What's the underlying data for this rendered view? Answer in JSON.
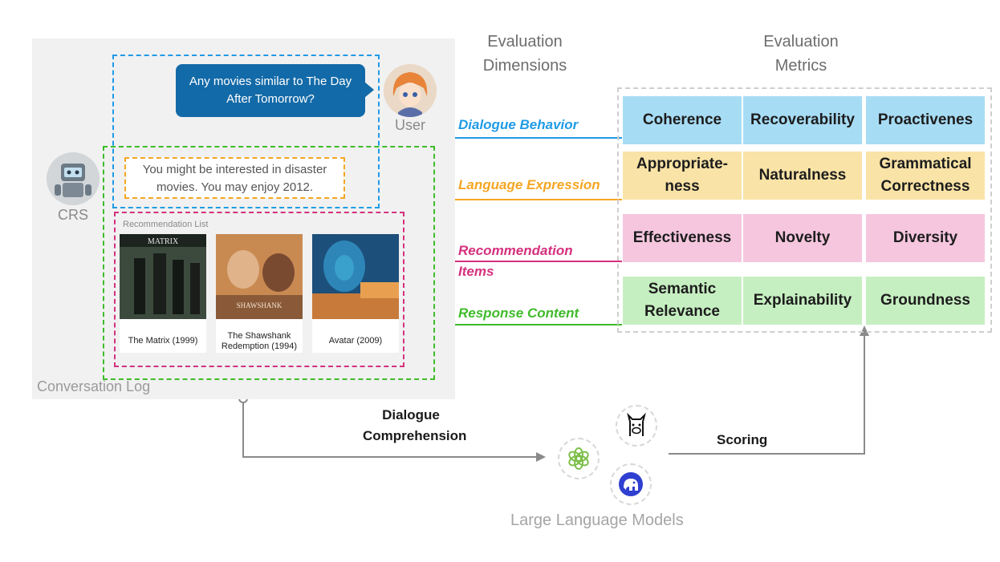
{
  "conversation": {
    "label": "Conversation Log",
    "user_message": "Any movies similar to The Day After Tomorrow?",
    "user_label": "User",
    "crs_label": "CRS",
    "crs_reply": "You might be interested in disaster movies. You may enjoy 2012.",
    "recommendation_title": "Recommendation List",
    "movies": [
      {
        "title": "The Matrix (1999)",
        "poster_text": "MATRIX"
      },
      {
        "title": "The Shawshank Redemption (1994)",
        "poster_text": "SHAWSHANK"
      },
      {
        "title": "Avatar (2009)",
        "poster_text": ""
      }
    ]
  },
  "headings": {
    "dimensions": [
      "Evaluation",
      "Dimensions"
    ],
    "metrics": [
      "Evaluation",
      "Metrics"
    ]
  },
  "dimensions": [
    {
      "label": "Dialogue Behavior",
      "color": "#1f9be6"
    },
    {
      "label": "Language Expression",
      "color": "#f5a623"
    },
    {
      "label": "Recommendation Items",
      "color": "#d4317e"
    },
    {
      "label": "Response Content",
      "color": "#3fbb2a"
    }
  ],
  "metrics": [
    [
      "Coherence",
      "Recoverability",
      "Proactivenes"
    ],
    [
      "Appropriate-ness",
      "Naturalness",
      "Grammatical Correctness"
    ],
    [
      "Effectiveness",
      "Novelty",
      "Diversity"
    ],
    [
      "Semantic Relevance",
      "Explainability",
      "Groundness"
    ]
  ],
  "flow": {
    "comprehension": "Dialogue Comprehension",
    "scoring": "Scoring",
    "llm_label": "Large Language Models"
  },
  "icons": [
    "user-avatar-icon",
    "robot-icon",
    "openai-icon",
    "llama-icon",
    "elephant-icon"
  ]
}
